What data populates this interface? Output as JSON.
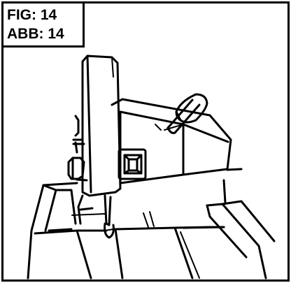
{
  "figure_label": {
    "fig": "FIG: 14",
    "abb": "ABB: 14"
  },
  "colors": {
    "line": "#000000",
    "background": "#ffffff"
  },
  "icons": [
    "tile-saw-illustration",
    "handle-knob-icon",
    "switch-icon",
    "blade-icon"
  ]
}
